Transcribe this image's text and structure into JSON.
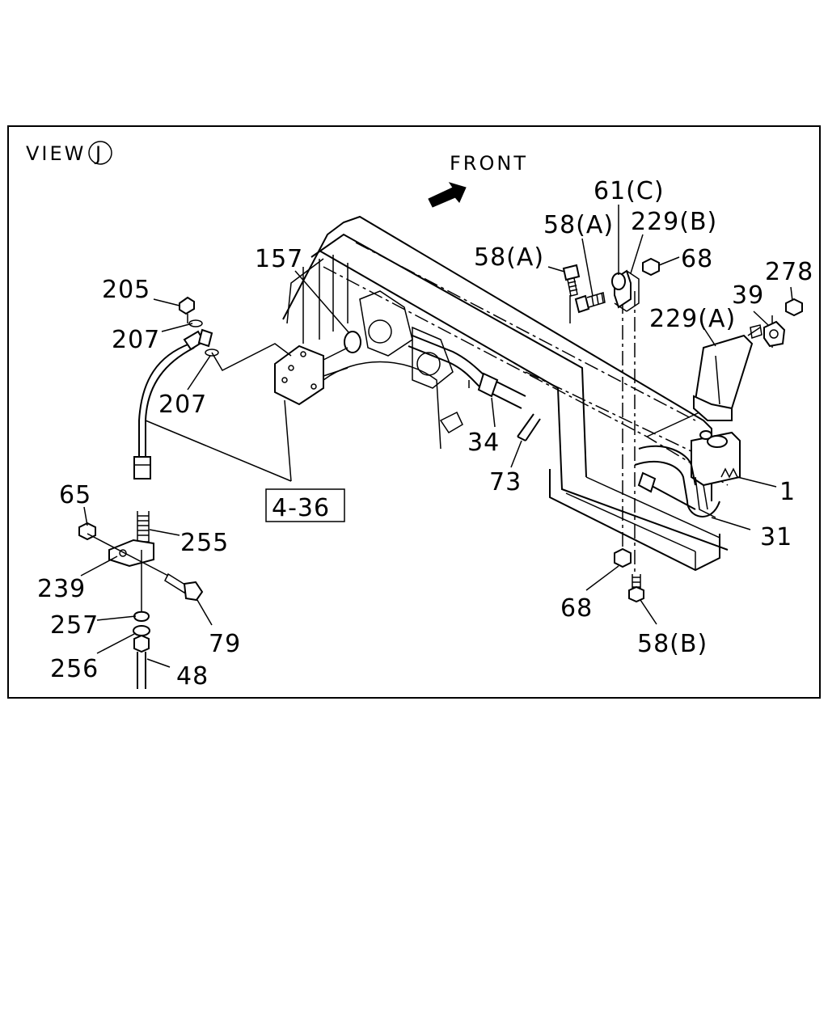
{
  "view": {
    "label": "VIEW",
    "letter": "J"
  },
  "direction": {
    "label": "FRONT"
  },
  "ref_box": {
    "label": "4-36"
  },
  "callouts": {
    "p157": "157",
    "p205": "205",
    "p207a": "207",
    "p207b": "207",
    "p65": "65",
    "p255": "255",
    "p239": "239",
    "p257": "257",
    "p79": "79",
    "p256": "256",
    "p48": "48",
    "p34": "34",
    "p73": "73",
    "p61c": "61(C)",
    "p58a_top": "58(A)",
    "p58a_mid": "58(A)",
    "p229b": "229(B)",
    "p68_top": "68",
    "p278": "278",
    "p39": "39",
    "p229a": "229(A)",
    "p1": "1",
    "p31": "31",
    "p68_bot": "68",
    "p58b": "58(B)"
  }
}
